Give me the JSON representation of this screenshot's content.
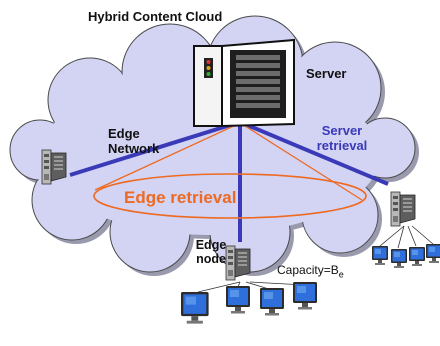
{
  "diagram": {
    "title": "Hybrid Content Cloud",
    "server_label": "Server",
    "edge_network_label": "Edge Network",
    "server_retrieval_label": "Server retrieval",
    "edge_retrieval_label": "Edge retrieval",
    "edge_node_label": "Edge node",
    "capacity_label": "Capacity=B",
    "capacity_subscript": "e"
  },
  "colors": {
    "cloud_fill": "#d3d3f4",
    "cloud_stroke": "#4a4a4a",
    "link_blue": "#3a3ab8",
    "retrieval_orange": "#ee6a22"
  },
  "icons": [
    "server-rack-icon",
    "desktop-tower-icon",
    "monitor-icon"
  ]
}
